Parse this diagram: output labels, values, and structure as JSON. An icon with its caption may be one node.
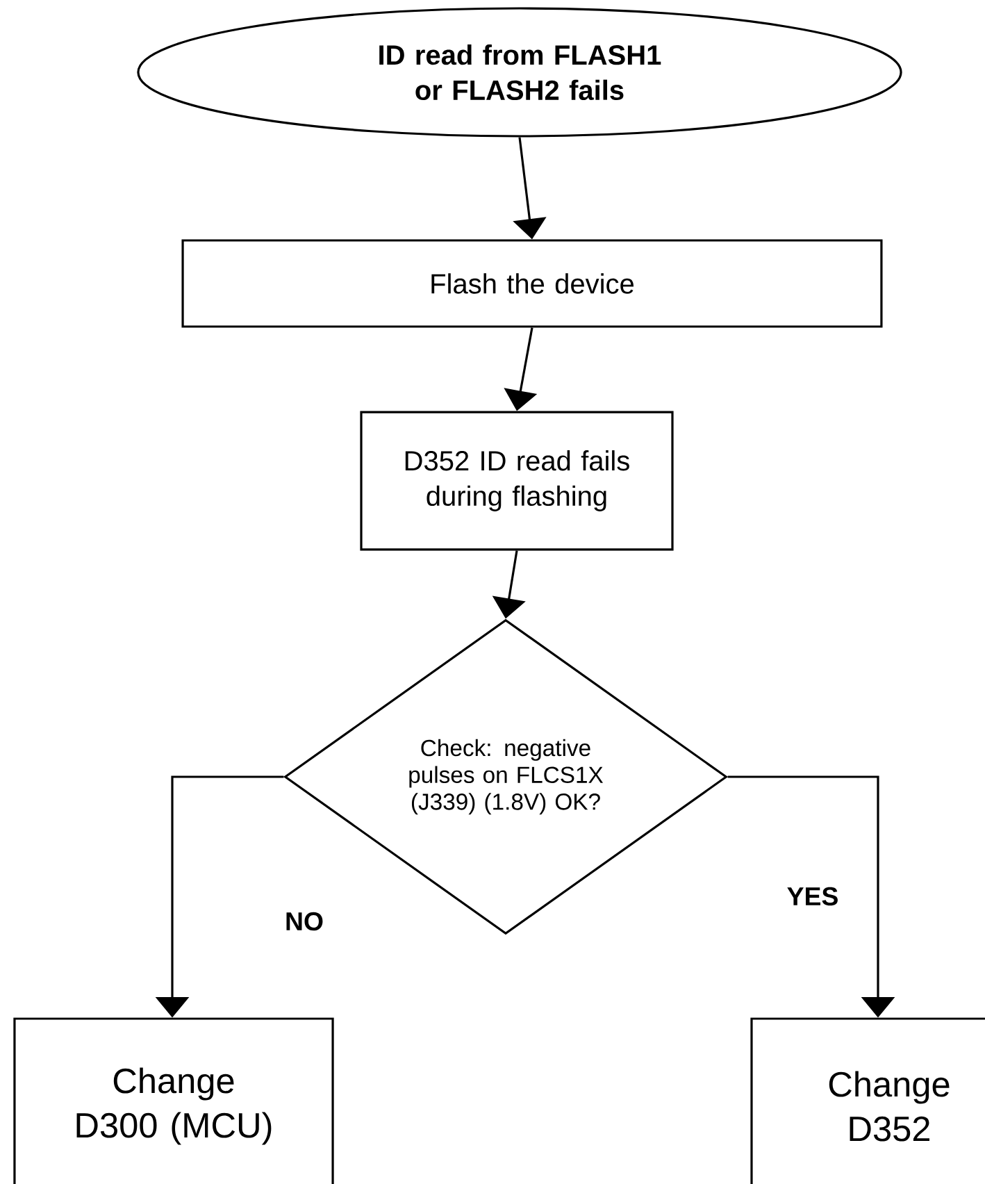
{
  "diagram": {
    "nodes": [
      {
        "text": [
          "ID read from FLASH1 or FLASH2 fails"
        ]
      },
      {
        "text": [
          "Flash the device"
        ]
      },
      {
        "text": [
          "D352 ID read fails during flashing"
        ]
      },
      {
        "text": [
          "Check: negative pulses on FLCS1X (J339) (1.8V) OK?"
        ]
      },
      {
        "text": [
          "Change D300 (MCU)"
        ]
      },
      {
        "text": [
          "Change D352"
        ]
      }
    ],
    "edges": [
      {
        "from": 0,
        "to": 1,
        "arrow": "to"
      },
      {
        "from": 1,
        "to": 2,
        "arrow": "to"
      },
      {
        "from": 2,
        "to": 3,
        "arrow": "to"
      },
      {
        "from": 3,
        "to": 4,
        "arrow": "to",
        "label": "NO"
      },
      {
        "from": 3,
        "to": 5,
        "arrow": "to",
        "label": "YES"
      }
    ]
  }
}
